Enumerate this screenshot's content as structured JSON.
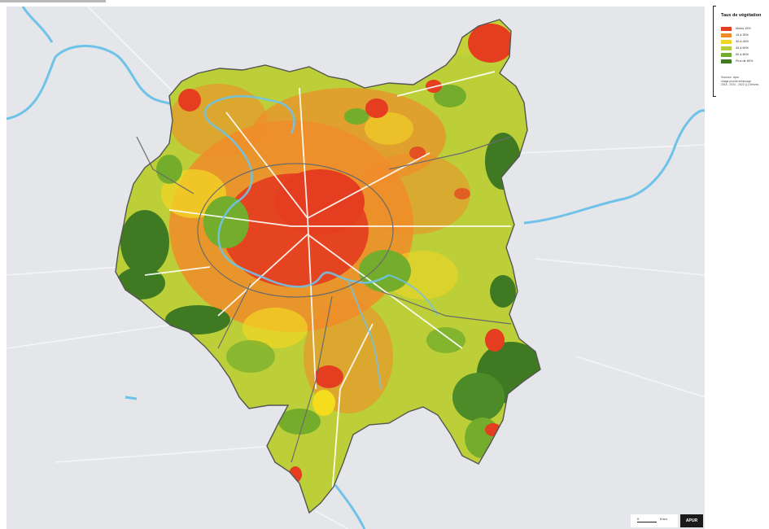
{
  "legend": {
    "title": "Taux de végétation",
    "items": [
      {
        "label": "Moins 15%",
        "color": "#e43d1f"
      },
      {
        "label": "15 à 30%",
        "color": "#f08c2a"
      },
      {
        "label": "30 à 45%",
        "color": "#f2d524"
      },
      {
        "label": "45 à 60%",
        "color": "#b6cd3a"
      },
      {
        "label": "60 à 80%",
        "color": "#74ad2c"
      },
      {
        "label": "Plus de 80%",
        "color": "#3f7a22"
      }
    ],
    "source_lines": [
      "Sources : Apur",
      "Image proche infrarouge",
      "2018 - 2021 - 2022 (L) Dérivés"
    ]
  },
  "scale": {
    "start_label": "0",
    "end_label": "5 km"
  },
  "badge_label": "APUR",
  "map_colors": {
    "background": "#e4e6ea",
    "water": "#6fc3e8",
    "boundary": "#6b6b6b",
    "very_low": "#e43d1f",
    "low": "#f08c2a",
    "medium": "#f2d524",
    "medium_high": "#b6cd3a",
    "high": "#74ad2c",
    "very_high": "#3f7a22"
  }
}
